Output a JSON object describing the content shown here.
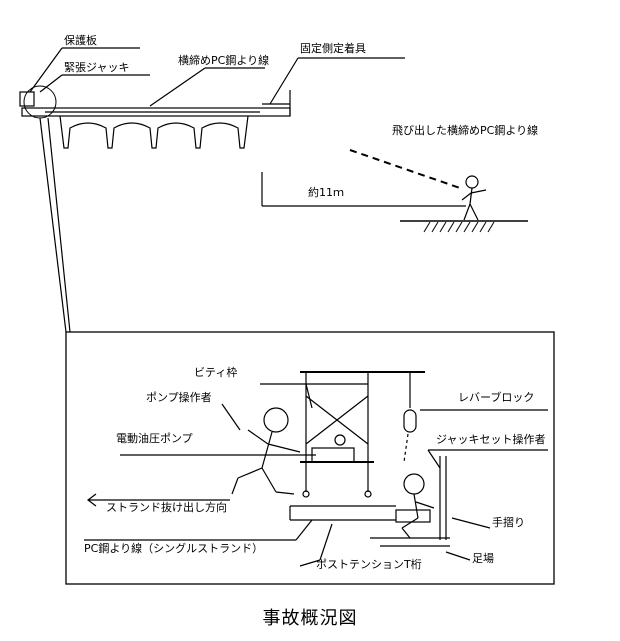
{
  "top": {
    "protective_plate": "保護板",
    "tension_jack": "緊張ジャッキ",
    "transverse_pc_strand": "横締めPC鋼より線",
    "fixed_side_anchor": "固定側定着具",
    "flying_strand": "飛び出した横締めPC鋼より線",
    "distance": "約11ｍ"
  },
  "detail": {
    "bitei_frame": "ビティ枠",
    "pump_operator": "ポンプ操作者",
    "electric_pump": "電動油圧ポンプ",
    "strand_direction": "ストランド抜け出し方向",
    "pc_single_strand": "PC鋼より線（シングルストランド）",
    "lever_block": "レバーブロック",
    "jack_operator": "ジャッキセット操作者",
    "handrail": "手摺り",
    "scaffold": "足場",
    "posttension_girder": "ポストテンションT桁"
  },
  "caption": "事故概況図"
}
